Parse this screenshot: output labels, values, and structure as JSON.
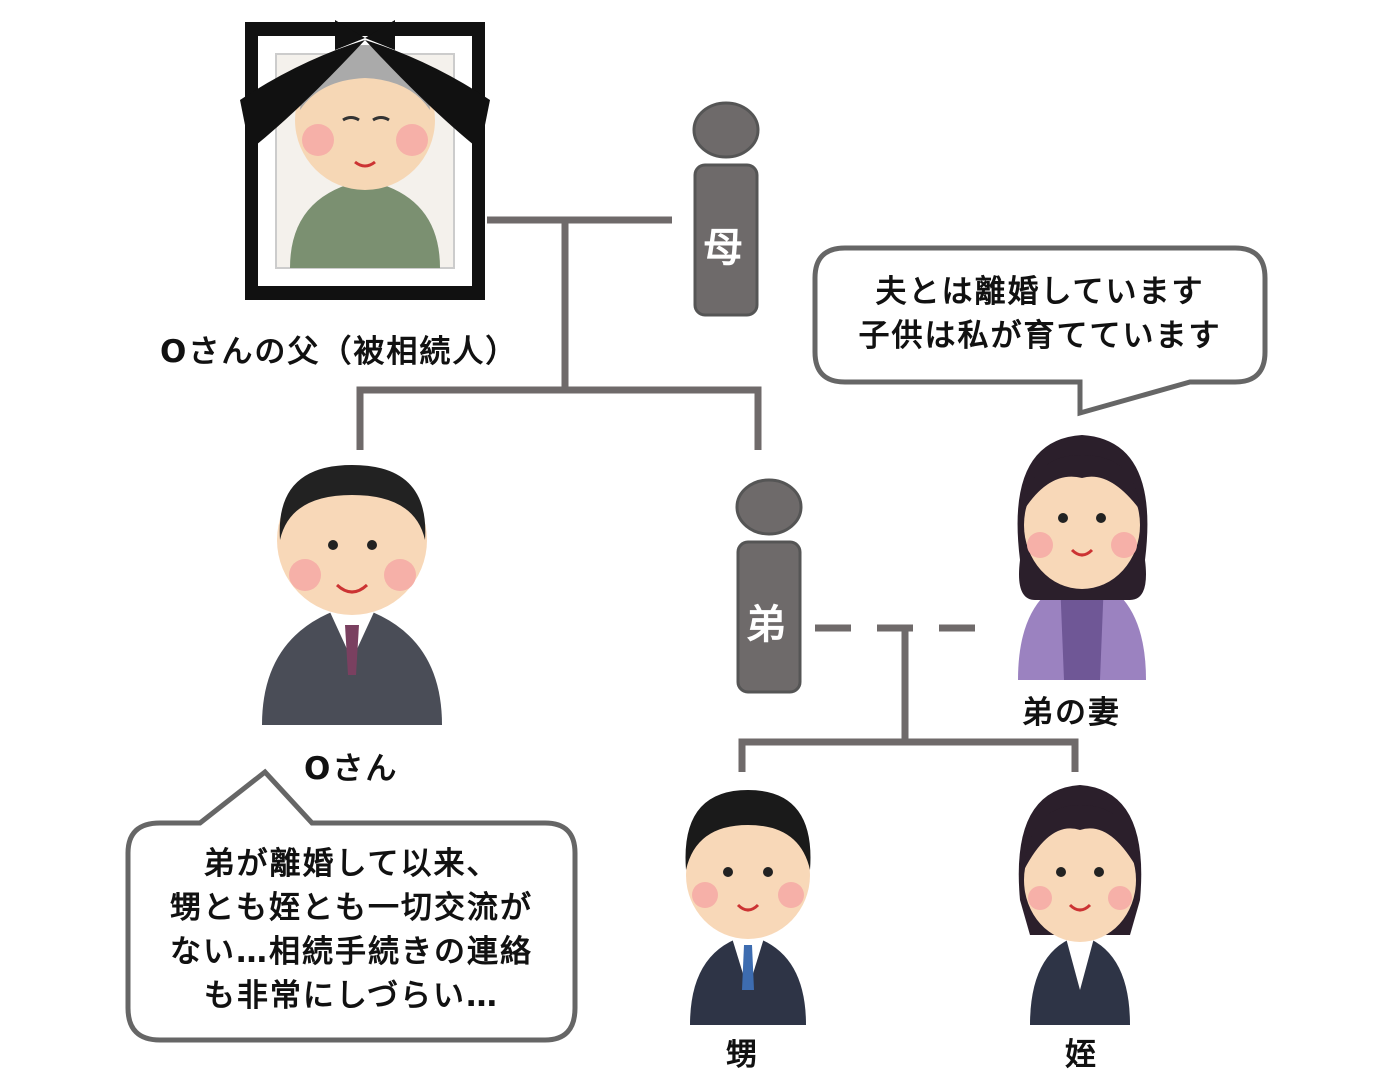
{
  "labels": {
    "father": "Oさんの父（被相続人）",
    "o_san": "Oさん",
    "mother": "母",
    "brother": "弟",
    "brother_wife": "弟の妻",
    "nephew": "甥",
    "niece": "姪"
  },
  "bubbles": {
    "wife_speech": [
      "夫とは離婚しています",
      "子供は私が育てています"
    ],
    "o_san_speech": [
      "弟が離婚して以来、",
      "甥とも姪とも一切交流が",
      "ない…相続手続きの連絡",
      "も非常にしづらい…"
    ]
  },
  "colors": {
    "line": "#6f6a6a",
    "pictogram": "#6e6a6a",
    "suit": "#4a4d57",
    "wife_cardigan": "#9b82c0"
  }
}
